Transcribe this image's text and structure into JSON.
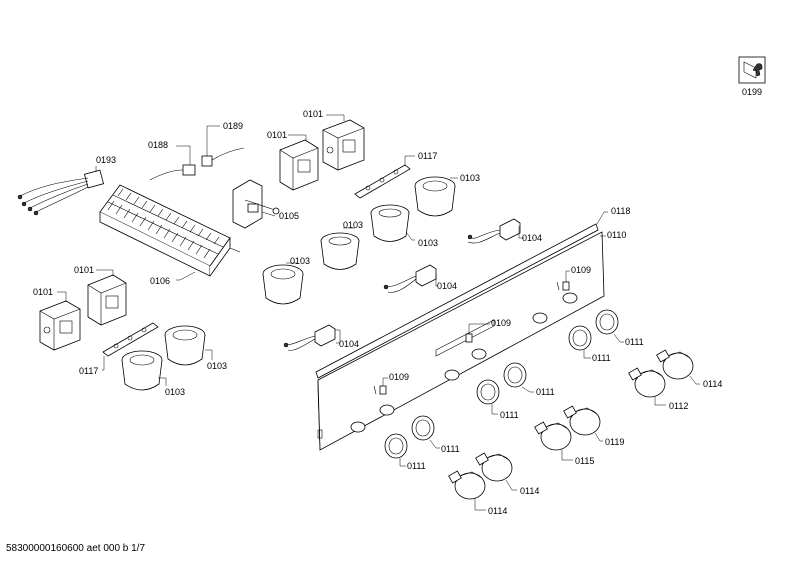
{
  "footer": {
    "doc_id": "58300000160600 aet 000 b 1/7"
  },
  "service_icon": {
    "label": "0199",
    "icon": "service-wrench-icon"
  },
  "labels": {
    "l0193": "0193",
    "l0188": "0188",
    "l0189": "0189",
    "l0101a": "0101",
    "l0101b": "0101",
    "l0105": "0105",
    "l0106": "0106",
    "l0117a": "0117",
    "l0103a": "0103",
    "l0103b": "0103",
    "l0103c": "0103",
    "l0103d": "0103",
    "l0104a": "0104",
    "l0104b": "0104",
    "l0104c": "0104",
    "l0118": "0118",
    "l0110": "0110",
    "l0109a": "0109",
    "l0109b": "0109",
    "l0109c": "0109",
    "l0101c": "0101",
    "l0101d": "0101",
    "l0117b": "0117",
    "l0103e": "0103",
    "l0103f": "0103",
    "l0111a": "0111",
    "l0111b": "0111",
    "l0111c": "0111",
    "l0111d": "0111",
    "l0111e": "0111",
    "l0111f": "0111",
    "l0114a": "0114",
    "l0114b": "0114",
    "l0114c": "0114",
    "l0112": "0112",
    "l0119": "0119",
    "l0115": "0115"
  }
}
